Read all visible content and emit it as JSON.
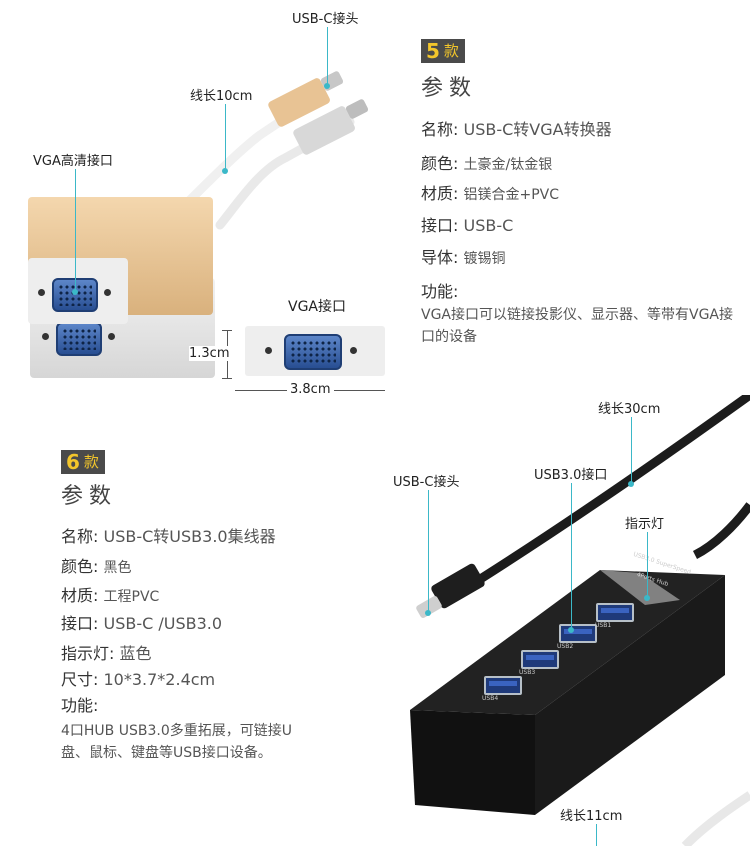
{
  "product5": {
    "badge_num": "5",
    "badge_text": "款",
    "param_title": "参数",
    "callouts": {
      "usbc_head": "USB-C接头",
      "cable_len": "线长10cm",
      "vga_hd": "VGA高清接口",
      "vga_port": "VGA接口",
      "height": "1.3cm",
      "width": "3.8cm"
    },
    "specs": [
      {
        "key": "名称:",
        "value": "USB-C转VGA转换器"
      },
      {
        "key": "颜色:",
        "value": "土豪金/钛金银"
      },
      {
        "key": "材质:",
        "value": "铝镁合金+PVC"
      },
      {
        "key": "接口:",
        "value": "USB-C"
      },
      {
        "key": "导体:",
        "value": "镀锡铜"
      }
    ],
    "function_label": "功能:",
    "function_desc": "VGA接口可以链接投影仪、显示器、等带有VGA接口的设备"
  },
  "product6": {
    "badge_num": "6",
    "badge_text": "款",
    "param_title": "参数",
    "callouts": {
      "cable_len": "线长30cm",
      "usbc_head": "USB-C接头",
      "usb3_port": "USB3.0接口",
      "indicator": "指示灯",
      "cable_len2": "线长11cm"
    },
    "hub_print": {
      "top": "USB3.0 SuperSpeed",
      "top2": "4Ports Hub",
      "p1": "USB1",
      "p2": "USB2",
      "p3": "USB3",
      "p4": "USB4"
    },
    "specs": [
      {
        "key": "名称:",
        "value": "USB-C转USB3.0集线器"
      },
      {
        "key": "颜色:",
        "value": "黑色"
      },
      {
        "key": "材质:",
        "value": "工程PVC"
      },
      {
        "key": "接口:",
        "value": "USB-C /USB3.0"
      },
      {
        "key": "指示灯:",
        "value": "蓝色"
      },
      {
        "key": "尺寸:",
        "value": "10*3.7*2.4cm"
      }
    ],
    "function_label": "功能:",
    "function_desc": "4口HUB USB3.0多重拓展，可链接U盘、鼠标、键盘等USB接口设备。"
  },
  "colors": {
    "accent_line": "#3bb8c8",
    "badge_bg": "#4a4a4a",
    "badge_fg": "#f3c62b",
    "gold": "#e4c08f",
    "silver": "#e6e6e6",
    "hub_black": "#1a1a1a",
    "vga_blue": "#3b63a8"
  }
}
